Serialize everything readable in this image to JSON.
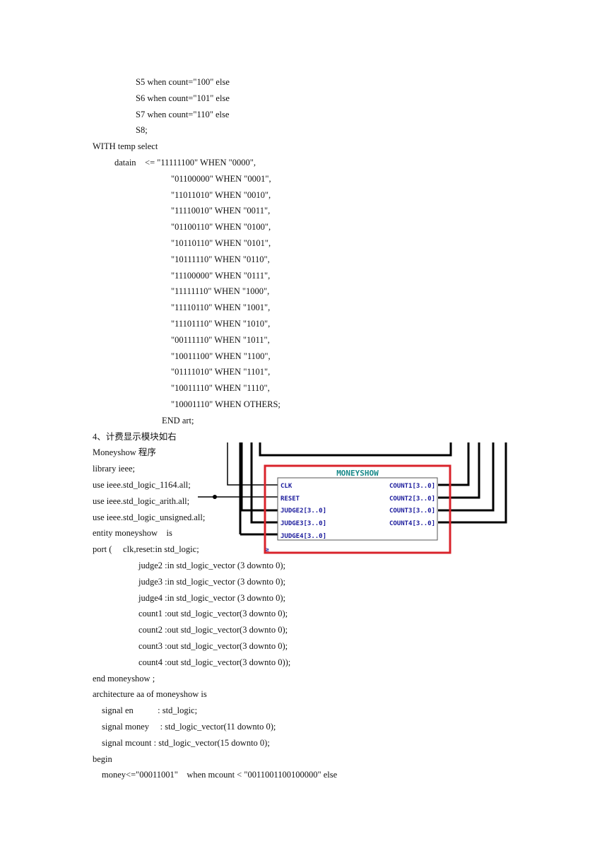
{
  "code_before": [
    {
      "text": "S5 when count=\"100\" else",
      "indent": "l2"
    },
    {
      "text": "S6 when count=\"101\" else",
      "indent": "l2"
    },
    {
      "text": "S7 when count=\"110\" else",
      "indent": "l2"
    },
    {
      "text": "S8;",
      "indent": "l2"
    },
    {
      "text": "WITH temp select",
      "indent": "l0"
    },
    {
      "text": "datain    <= \"11111100\" WHEN \"0000\",",
      "indent": "l1"
    },
    {
      "text": "\"01100000\" WHEN \"0001\",",
      "indent": "l5"
    },
    {
      "text": "\"11011010\" WHEN \"0010\",",
      "indent": "l5"
    },
    {
      "text": "\"11110010\" WHEN \"0011\",",
      "indent": "l5"
    },
    {
      "text": "\"01100110\" WHEN \"0100\",",
      "indent": "l5"
    },
    {
      "text": "\"10110110\" WHEN \"0101\",",
      "indent": "l5"
    },
    {
      "text": "\"10111110\" WHEN \"0110\",",
      "indent": "l5"
    },
    {
      "text": "\"11100000\" WHEN \"0111\",",
      "indent": "l5"
    },
    {
      "text": "\"11111110\" WHEN \"1000\",",
      "indent": "l5"
    },
    {
      "text": "\"11110110\" WHEN \"1001\",",
      "indent": "l5"
    },
    {
      "text": "\"11101110\" WHEN \"1010\",",
      "indent": "l5"
    },
    {
      "text": "\"00111110\" WHEN \"1011\",",
      "indent": "l5"
    },
    {
      "text": "\"10011100\" WHEN \"1100\",",
      "indent": "l5"
    },
    {
      "text": "\"01111010\" WHEN \"1101\",",
      "indent": "l5"
    },
    {
      "text": "\"10011110\" WHEN \"1110\",",
      "indent": "l5"
    },
    {
      "text": "\"10001110\" WHEN OTHERS;",
      "indent": "l5"
    },
    {
      "text": "END art;",
      "indent": "l4"
    },
    {
      "text": "4、计费显示模块如右",
      "indent": "l0"
    },
    {
      "text": "Moneyshow 程序",
      "indent": "l0"
    },
    {
      "text": "library ieee;",
      "indent": "l0"
    },
    {
      "text": "use ieee.std_logic_1164.all;",
      "indent": "l0"
    },
    {
      "text": "use ieee.std_logic_arith.all;",
      "indent": "l0"
    },
    {
      "text": "use ieee.std_logic_unsigned.all;",
      "indent": "l0"
    },
    {
      "text": "entity moneyshow    is",
      "indent": "l0"
    },
    {
      "text": "port (     clk,reset:in std_logic;",
      "indent": "l0"
    },
    {
      "text": "judge2 :in std_logic_vector (3 downto 0);",
      "indent": "l3"
    },
    {
      "text": "judge3 :in std_logic_vector (3 downto 0);",
      "indent": "l3"
    },
    {
      "text": "judge4 :in std_logic_vector (3 downto 0);",
      "indent": "l3"
    },
    {
      "text": "count1 :out std_logic_vector(3 downto 0);",
      "indent": "l3"
    },
    {
      "text": "count2 :out std_logic_vector(3 downto 0);",
      "indent": "l3"
    },
    {
      "text": "count3 :out std_logic_vector(3 downto 0);",
      "indent": "l3"
    },
    {
      "text": "count4 :out std_logic_vector(3 downto 0));",
      "indent": "l3"
    },
    {
      "text": "end moneyshow ;",
      "indent": "l0"
    },
    {
      "text": "architecture aa of moneyshow is",
      "indent": "l0"
    },
    {
      "text": "signal en           : std_logic;",
      "indent": "l6"
    },
    {
      "text": "signal money     : std_logic_vector(11 downto 0);",
      "indent": "l6"
    },
    {
      "text": "signal mcount : std_logic_vector(15 downto 0);",
      "indent": "l6"
    },
    {
      "text": "begin",
      "indent": "l0"
    },
    {
      "text": "money<=\"00011001\"    when mcount < \"0011001100100000\" else",
      "indent": "l6"
    }
  ],
  "diagram": {
    "title": "MONEYSHOW",
    "inputs": [
      "CLK",
      "RESET",
      "JUDGE2[3..0]",
      "JUDGE3[3..0]",
      "JUDGE4[3..0]"
    ],
    "outputs": [
      "COUNT1[3..0]",
      "COUNT2[3..0]",
      "COUNT3[3..0]",
      "COUNT4[3..0]"
    ],
    "instance_mark": "≥",
    "colors": {
      "highlight": "#d9232b",
      "title": "#1a8a8a",
      "pin": "#1a1a9c",
      "wire": "#000000"
    }
  }
}
